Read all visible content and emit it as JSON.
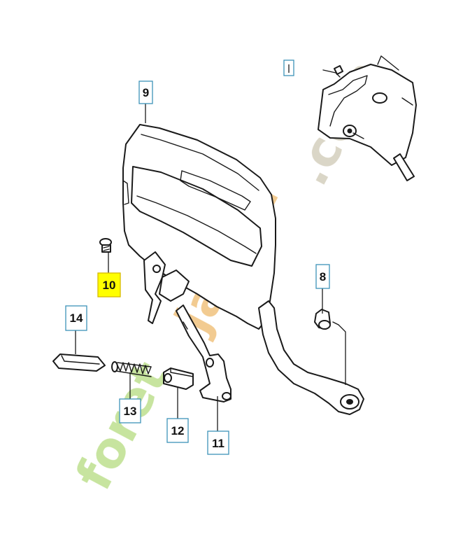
{
  "callouts": [
    {
      "id": "9",
      "label": "9",
      "highlighted": false
    },
    {
      "id": "10",
      "label": "10",
      "highlighted": true
    },
    {
      "id": "8",
      "label": "8",
      "highlighted": false
    },
    {
      "id": "14",
      "label": "14",
      "highlighted": false
    },
    {
      "id": "13",
      "label": "13",
      "highlighted": false
    },
    {
      "id": "12",
      "label": "12",
      "highlighted": false
    },
    {
      "id": "11",
      "label": "11",
      "highlighted": false
    }
  ],
  "watermark": {
    "text_a": "foret",
    "text_b": "jardin",
    "text_c": ".com",
    "color_a": "#c5e39a",
    "color_b": "#f2c98c",
    "color_c": "#d9d4c4"
  },
  "colors": {
    "highlight": "#ffff00",
    "callout_border": "#3d93b8"
  }
}
